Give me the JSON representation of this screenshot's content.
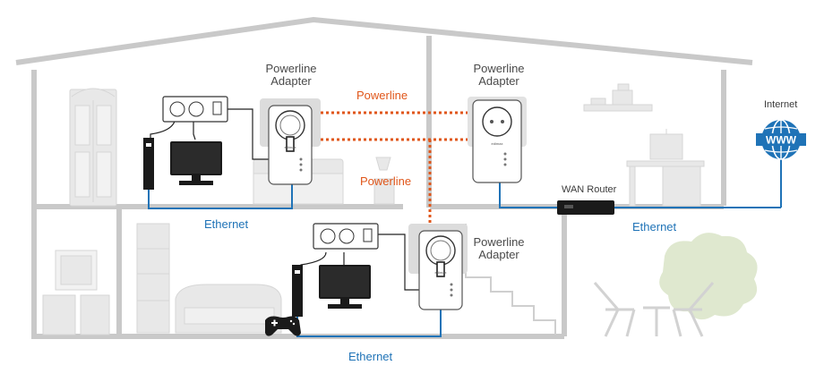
{
  "labels": {
    "adapter_top_left": "Powerline\nAdapter",
    "adapter_top_right": "Powerline\nAdapter",
    "adapter_bottom": "Powerline\nAdapter",
    "powerline_upper": "Powerline",
    "powerline_lower": "Powerline",
    "ethernet_left": "Ethernet",
    "ethernet_right": "Ethernet",
    "ethernet_bottom": "Ethernet",
    "wan_router": "WAN Router",
    "internet": "Internet",
    "www": "WWW",
    "brand": "edimax"
  },
  "colors": {
    "powerline": "#e0561a",
    "ethernet": "#1f73b7",
    "house": "#c9c9c9",
    "furniture": "#e3e3e3",
    "device": "#1a1a1a",
    "tree": "#dfe8cf"
  },
  "icons": [
    "globe-icon",
    "router-icon",
    "gamepad-icon",
    "tv-icon",
    "tower-pc-icon",
    "power-strip-icon",
    "powerline-adapter-icon"
  ]
}
